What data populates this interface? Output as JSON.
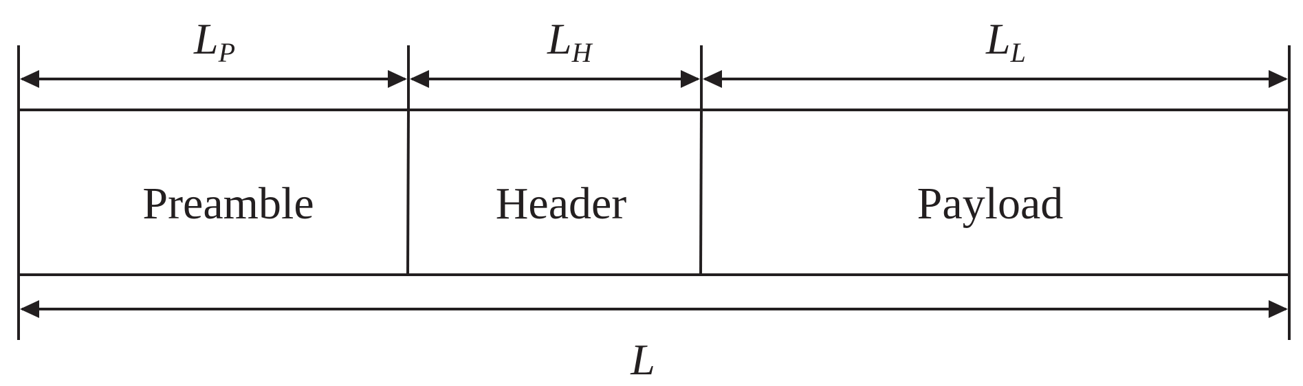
{
  "segments": [
    {
      "id": "preamble",
      "label": "Preamble",
      "dimension": {
        "symbol": "L",
        "subscript": "P"
      }
    },
    {
      "id": "header",
      "label": "Header",
      "dimension": {
        "symbol": "L",
        "subscript": "H"
      }
    },
    {
      "id": "payload",
      "label": "Payload",
      "dimension": {
        "symbol": "L",
        "subscript": "L"
      }
    }
  ],
  "total_dimension": {
    "symbol": "L"
  },
  "colors": {
    "ink": "#231f20",
    "background": "#ffffff"
  }
}
